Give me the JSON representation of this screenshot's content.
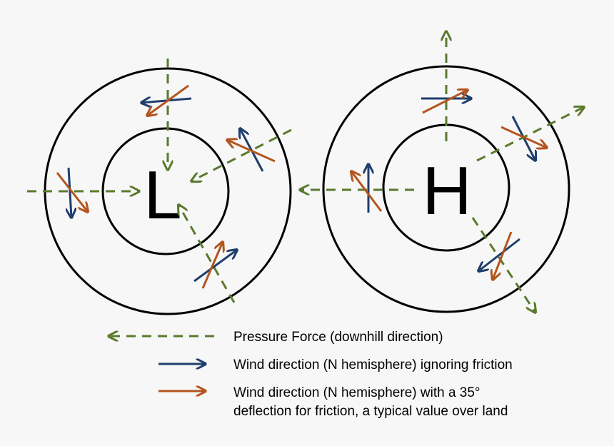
{
  "centers": {
    "low": "L",
    "high": "H"
  },
  "legend": {
    "pressure": "Pressure Force (downhill direction)",
    "wind_no_friction": "Wind direction (N hemisphere) ignoring friction",
    "wind_friction_line1": "Wind direction (N hemisphere) with a 35°",
    "wind_friction_line2": "deflection for friction, a typical value over land"
  },
  "colors": {
    "pressure_force": "#5a7a2c",
    "wind_no_friction": "#1f3e6c",
    "wind_friction": "#b3551f",
    "isobar": "#000000"
  }
}
